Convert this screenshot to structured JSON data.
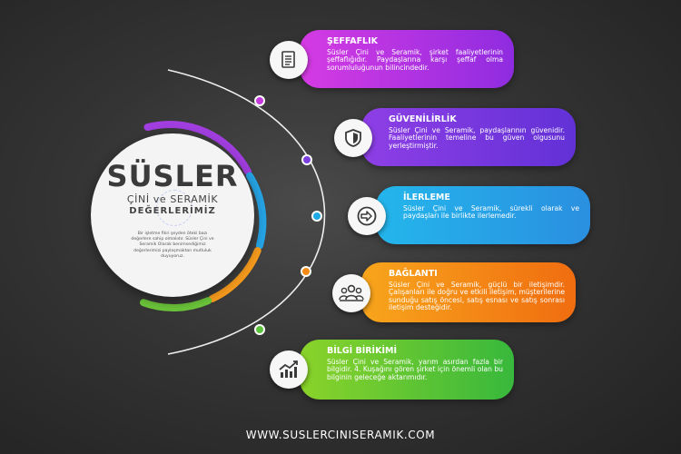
{
  "brand": {
    "name": "SÜSLER",
    "line1": "ÇİNİ ve SERAMİK",
    "line2": "DEĞERLERİMİZ",
    "description": "Bir işletme fikri şeyden öteki bazı değerlere sahip olmalıdır. Süsler Çini ve Seramik Olarak benimsediğimiz değerlerimizi paylaşmaktan mutluluk duyuyoruz."
  },
  "items": [
    {
      "title": "ŞEFFAFLIK",
      "text": "Süsler Çini ve Seramik, şirket faaliyetlerinin şeffaflığıdır. Paydaşlarına karşı şeffaf olma sorumluluğunun bilincindedir.",
      "icon": "document-icon",
      "color_start": "#d53be3",
      "color_end": "#8f2ce0"
    },
    {
      "title": "GÜVENİLİRLİK",
      "text": "Süsler Çini ve Seramik, paydaşlarının güvenidir. Faaliyetlerinin temeline bu güven olgusunu yerleştirmiştir.",
      "icon": "shield-icon",
      "color_start": "#8e3fe6",
      "color_end": "#6231d6"
    },
    {
      "title": "İLERLEME",
      "text": "Süsler Çini ve Seramik, sürekli olarak ve paydaşları ile birlikte ilerlemedir.",
      "icon": "arrow-right-icon",
      "color_start": "#24b6ec",
      "color_end": "#2a8fe0"
    },
    {
      "title": "BAĞLANTI",
      "text": "Süsler Çini ve Seramik, güçlü bir iletişimdir. Çalışanları ile doğru ve etkili iletişim, müşterilerine sunduğu satış öncesi, satış esnası ve satış sonrası iletişim desteğidir.",
      "icon": "people-icon",
      "color_start": "#f8a51c",
      "color_end": "#f06d10"
    },
    {
      "title": "BİLGİ BİRİKİMİ",
      "text": "Süsler Çini ve Seramik, yarım asırdan fazla bir bilgidir. 4. Kuşağını gören şirket için önemli olan bu bilginin geleceğe aktarımıdır.",
      "icon": "growth-chart-icon",
      "color_start": "#8ad32a",
      "color_end": "#38b83c"
    }
  ],
  "footer": {
    "url": "WWW.SUSLERCINISERAMIK.COM"
  }
}
